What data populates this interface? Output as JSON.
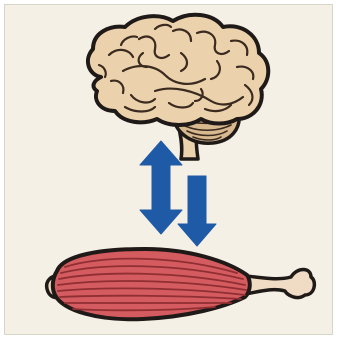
{
  "illustration": {
    "subject_top": "brain",
    "subject_bottom": "muscle",
    "relation": "bidirectional",
    "icons": [
      "brain-icon",
      "up-down-arrow-icon",
      "down-arrow-icon",
      "muscle-icon"
    ]
  },
  "colors": {
    "background": "#f4f0e6",
    "outline": "#1f1a17",
    "brain_fill": "#ecd2ac",
    "brain_folds": "#3a2a1f",
    "cerebellum_fill": "#d8b98f",
    "arrow_blue": "#1f5aa6",
    "muscle_red": "#d45b5f",
    "muscle_stripes": "#8f2f33",
    "tendon_fill": "#f0dcc4"
  }
}
